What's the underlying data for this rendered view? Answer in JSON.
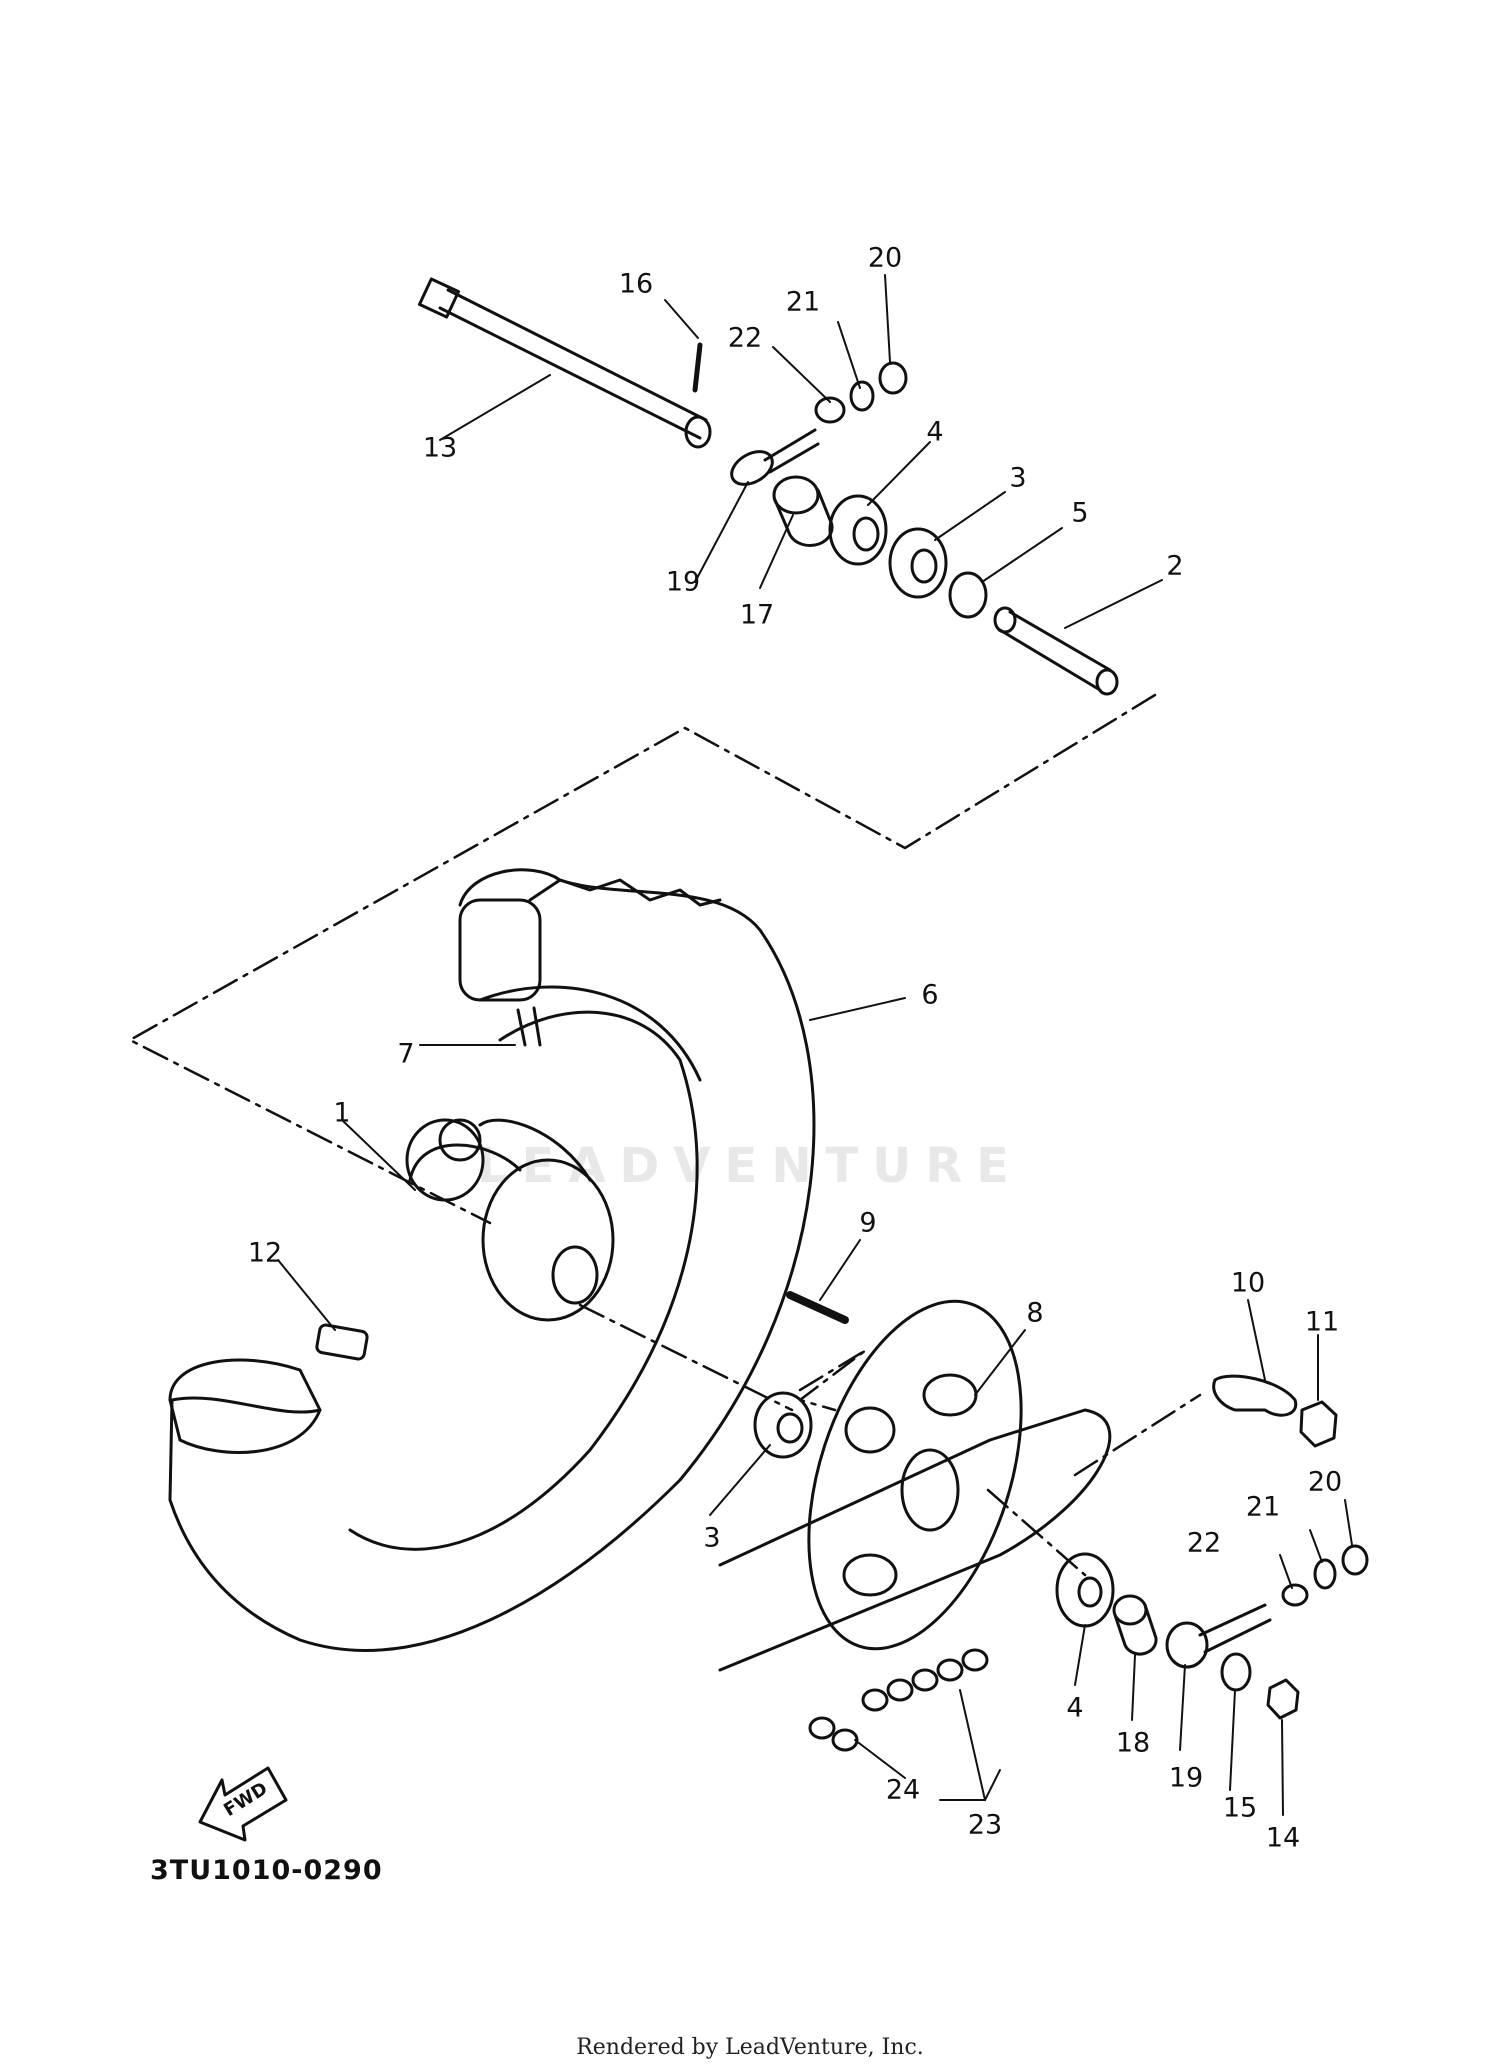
{
  "diagram": {
    "callouts": [
      "1",
      "2",
      "3",
      "3",
      "4",
      "4",
      "5",
      "6",
      "7",
      "8",
      "9",
      "10",
      "11",
      "12",
      "13",
      "14",
      "15",
      "16",
      "17",
      "18",
      "19",
      "19",
      "20",
      "20",
      "21",
      "21",
      "22",
      "22",
      "23",
      "24"
    ],
    "fwd_label": "FWD",
    "diagram_code": "3TU1010-0290",
    "watermark": "LEADVENTURE",
    "footer": "Rendered by LeadVenture, Inc."
  }
}
